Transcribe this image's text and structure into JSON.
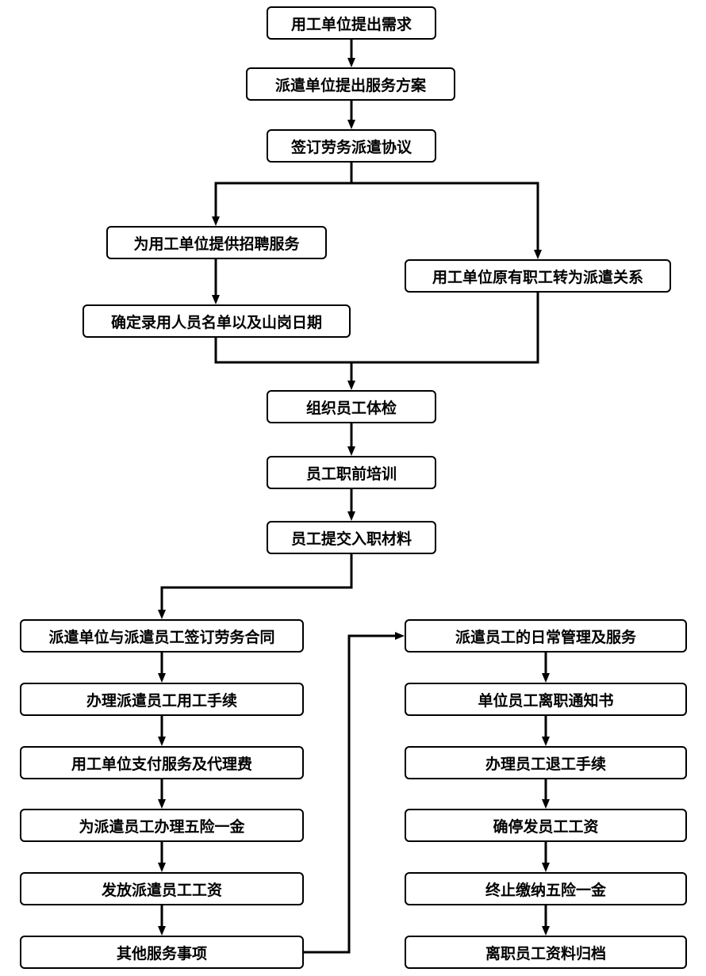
{
  "colors": {
    "stroke": "#000000",
    "background": "#ffffff"
  },
  "nodes": [
    {
      "id": "n1",
      "label": "用工单位提出需求"
    },
    {
      "id": "n2",
      "label": "派遣单位提出服务方案"
    },
    {
      "id": "n3",
      "label": "签订劳务派遣协议"
    },
    {
      "id": "n4",
      "label": "为用工单位提供招聘服务"
    },
    {
      "id": "n5",
      "label": "用工单位原有职工转为派遣关系"
    },
    {
      "id": "n6",
      "label": "确定录用人员名单以及山岗日期"
    },
    {
      "id": "n7",
      "label": "组织员工体检"
    },
    {
      "id": "n8",
      "label": "员工职前培训"
    },
    {
      "id": "n9",
      "label": "员工提交入职材料"
    },
    {
      "id": "l1",
      "label": "派遣单位与派遣员工签订劳务合同"
    },
    {
      "id": "l2",
      "label": "办理派遣员工用工手续"
    },
    {
      "id": "l3",
      "label": "用工单位支付服务及代理费"
    },
    {
      "id": "l4",
      "label": "为派遣员工办理五险一金"
    },
    {
      "id": "l5",
      "label": "发放派遣员工工资"
    },
    {
      "id": "l6",
      "label": "其他服务事项"
    },
    {
      "id": "r1",
      "label": "派遣员工的日常管理及服务"
    },
    {
      "id": "r2",
      "label": "单位员工离职通知书"
    },
    {
      "id": "r3",
      "label": "办理员工退工手续"
    },
    {
      "id": "r4",
      "label": "确停发员工工资"
    },
    {
      "id": "r5",
      "label": "终止缴纳五险一金"
    },
    {
      "id": "r6",
      "label": "离职员工资料归档"
    }
  ],
  "edges": [
    {
      "from": "n1",
      "to": "n2"
    },
    {
      "from": "n2",
      "to": "n3"
    },
    {
      "from": "n3",
      "to": "n4"
    },
    {
      "from": "n3",
      "to": "n5"
    },
    {
      "from": "n4",
      "to": "n6"
    },
    {
      "from": "n6",
      "to": "n7"
    },
    {
      "from": "n5",
      "to": "n7"
    },
    {
      "from": "n7",
      "to": "n8"
    },
    {
      "from": "n8",
      "to": "n9"
    },
    {
      "from": "n9",
      "to": "l1"
    },
    {
      "from": "l1",
      "to": "l2"
    },
    {
      "from": "l2",
      "to": "l3"
    },
    {
      "from": "l3",
      "to": "l4"
    },
    {
      "from": "l4",
      "to": "l5"
    },
    {
      "from": "l5",
      "to": "l6"
    },
    {
      "from": "l6",
      "to": "r1"
    },
    {
      "from": "r1",
      "to": "r2"
    },
    {
      "from": "r2",
      "to": "r3"
    },
    {
      "from": "r3",
      "to": "r4"
    },
    {
      "from": "r4",
      "to": "r5"
    },
    {
      "from": "r5",
      "to": "r6"
    }
  ]
}
